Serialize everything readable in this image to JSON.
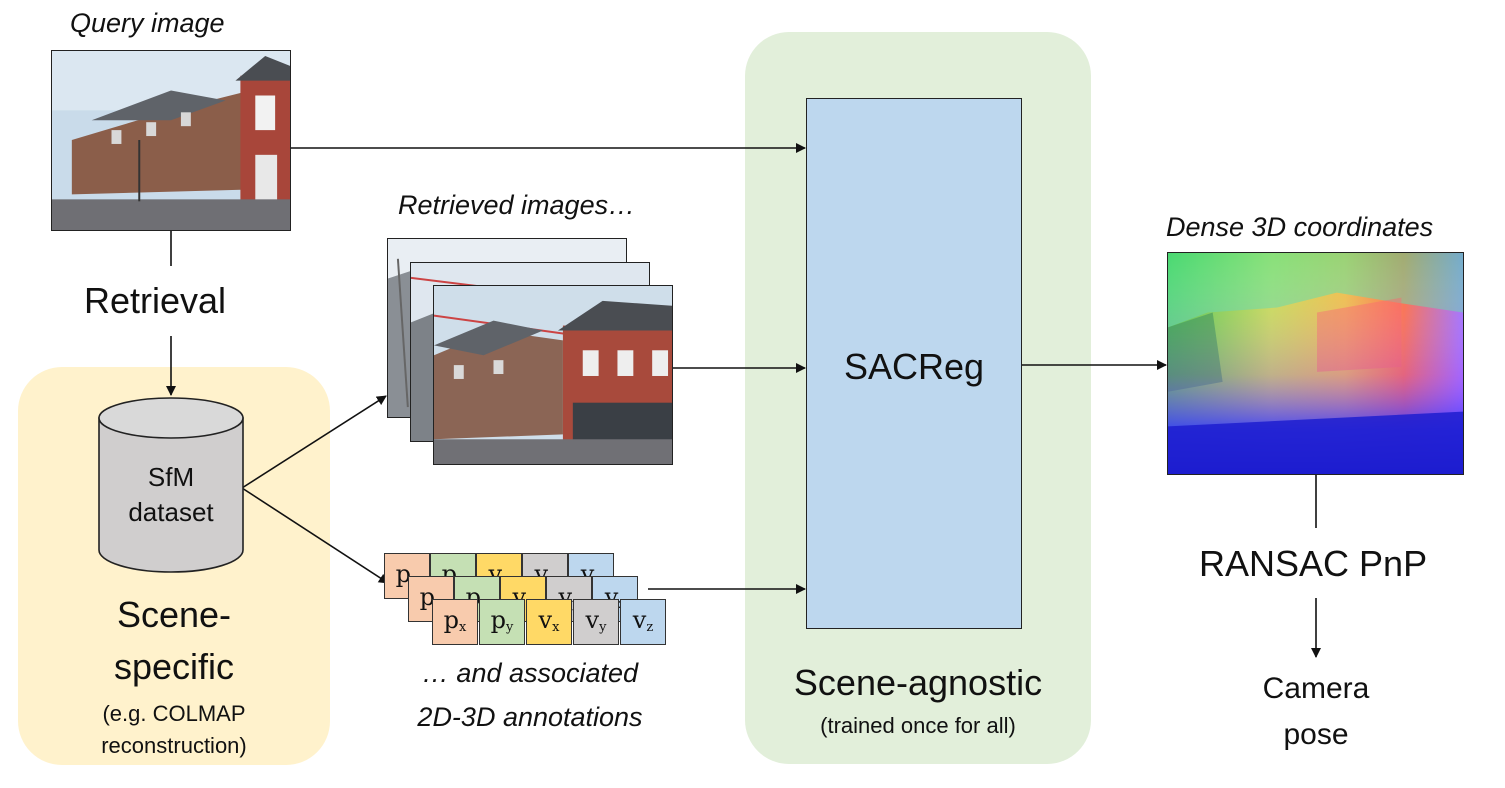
{
  "labels": {
    "query_image": "Query image",
    "retrieval": "Retrieval",
    "sfm_line1": "SfM",
    "sfm_line2": "dataset",
    "scene_specific_line1": "Scene-",
    "scene_specific_line2": "specific",
    "scene_specific_note1": "(e.g. COLMAP",
    "scene_specific_note2": "reconstruction)",
    "retrieved_images": "Retrieved images…",
    "annotations_line1": "… and associated",
    "annotations_line2": "2D-3D annotations",
    "sacreg": "SACReg",
    "scene_agnostic": "Scene-agnostic",
    "scene_agnostic_note": "(trained once for all)",
    "dense_coords": "Dense 3D coordinates",
    "ransac": "RANSAC PnP",
    "camera_line1": "Camera",
    "camera_line2": "pose"
  },
  "annotation_cells": {
    "p_main": "p",
    "v_main": "v",
    "sub_x": "x",
    "sub_y": "y",
    "sub_z": "z"
  },
  "colors": {
    "scene_specific_bg": "#fff2cc",
    "scene_agnostic_bg": "#e2efda",
    "sacreg_fill": "#bdd7ee",
    "cell_px": "#f8cbad",
    "cell_py": "#c5e0b4",
    "cell_vx": "#ffd966",
    "cell_vy": "#d0cece",
    "cell_vz": "#bdd7ee"
  }
}
